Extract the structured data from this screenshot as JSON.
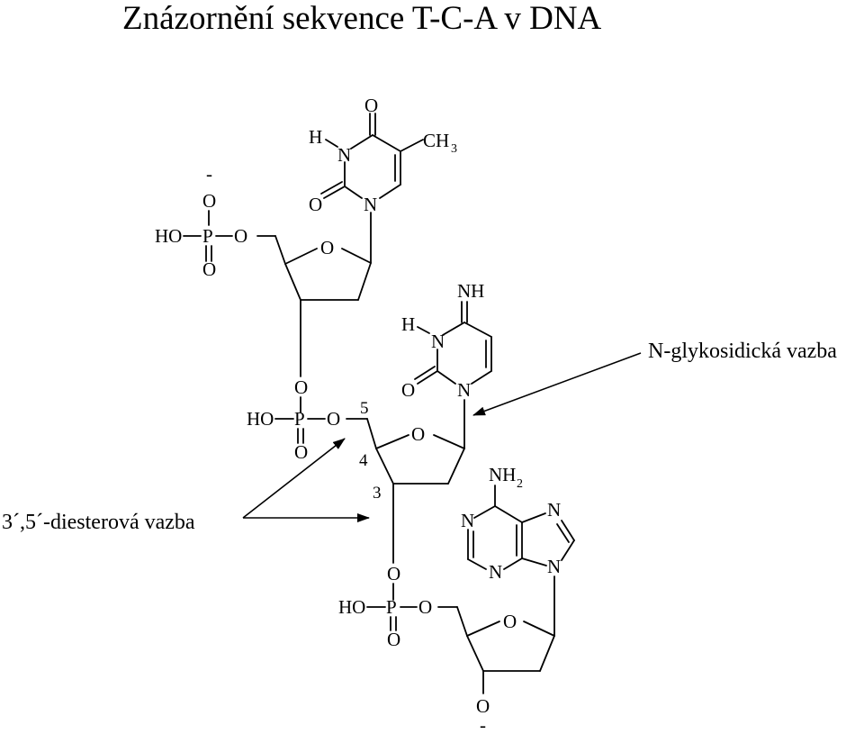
{
  "title": "Znázornění sekvence T-C-A v DNA",
  "annotations": {
    "glycosidic": "N-glykosidická vazba",
    "diester": "3´,5´-diesterová vazba",
    "pos5": "5",
    "pos4": "4",
    "pos3": "3"
  },
  "atoms": {
    "O": "O",
    "N": "N",
    "H": "H",
    "P": "P",
    "HO": "HO",
    "NH": "NH",
    "NH2": "NH",
    "sub2": "2",
    "CH3": "CH",
    "sub3": "3",
    "minus": "-"
  }
}
